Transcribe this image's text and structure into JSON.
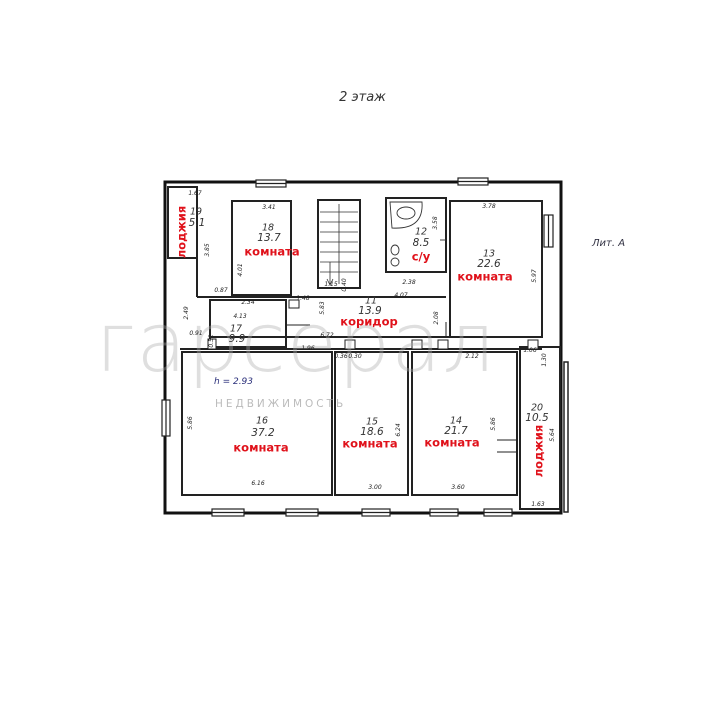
{
  "floor_title": "2 этаж",
  "lit_label": "Лит. А",
  "height_mark": "h = 2.93",
  "watermark": {
    "brand": "гарсерал",
    "sub": "НЕДВИЖИМОСТЬ"
  },
  "rooms": [
    {
      "id": "r19",
      "num": "19",
      "area": "5.1",
      "label": "лоджия"
    },
    {
      "id": "r18",
      "num": "18",
      "area": "13.7",
      "label": "комната"
    },
    {
      "id": "r12",
      "num": "12",
      "area": "8.5",
      "label": "с/у"
    },
    {
      "id": "r13",
      "num": "13",
      "area": "22.6",
      "label": "комната"
    },
    {
      "id": "r11",
      "num": "11",
      "area": "13.9",
      "label": "коридор"
    },
    {
      "id": "r17",
      "num": "17",
      "area": "9.9",
      "label": ""
    },
    {
      "id": "r16",
      "num": "16",
      "area": "37.2",
      "label": "комната"
    },
    {
      "id": "r15",
      "num": "15",
      "area": "18.6",
      "label": "комната"
    },
    {
      "id": "r14",
      "num": "14",
      "area": "21.7",
      "label": "комната"
    },
    {
      "id": "r20",
      "num": "20",
      "area": "10.5",
      "label": "лоджия"
    }
  ],
  "dimensions": [
    "1.67",
    "3.85",
    "3.41",
    "4.01",
    "3.58",
    "3.78",
    "5.97",
    "1.15",
    "0.40",
    "4.07",
    "2.38",
    "2.34",
    "5.83",
    "1.48",
    "2.49",
    "0.87",
    "4.13",
    "0.91",
    "0.52",
    "6.72",
    "2.08",
    "1.96",
    "0.36",
    "0.30",
    "2.12",
    "1.06",
    "1.30",
    "5.86",
    "6.24",
    "5.86",
    "5.64",
    "6.16",
    "3.00",
    "3.60",
    "1.63"
  ]
}
